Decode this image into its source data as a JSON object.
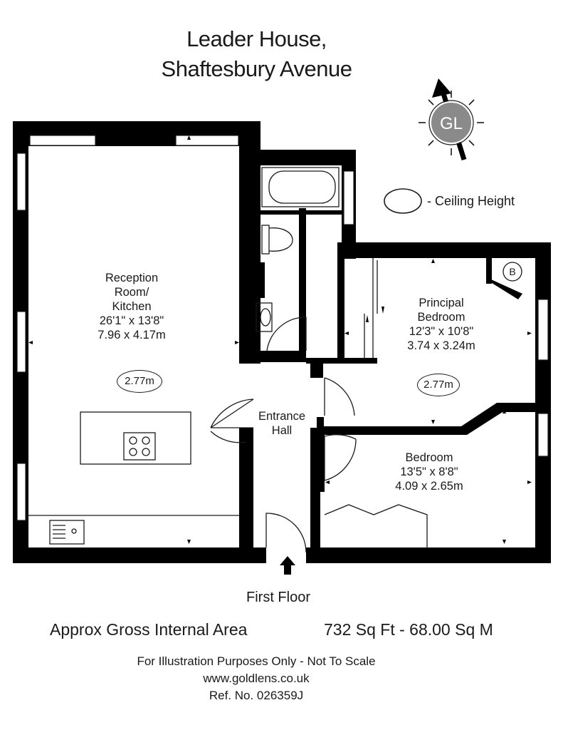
{
  "header": {
    "title_line1": "Leader House,",
    "title_line2": "Shaftesbury Avenue"
  },
  "compass": {
    "text": "GL"
  },
  "legend": {
    "text": "- Ceiling Height"
  },
  "rooms": {
    "reception": {
      "line1": "Reception",
      "line2": "Room/",
      "line3": "Kitchen",
      "imperial": "26'1\" x 13'8\"",
      "metric": "7.96 x 4.17m",
      "ceiling": "2.77m"
    },
    "principal": {
      "line1": "Principal",
      "line2": "Bedroom",
      "imperial": "12'3\" x 10'8\"",
      "metric": "3.74 x 3.24m",
      "ceiling": "2.77m"
    },
    "bedroom": {
      "line1": "Bedroom",
      "imperial": "13'5\" x 8'8\"",
      "metric": "4.09 x 2.65m"
    },
    "hall": {
      "line1": "Entrance",
      "line2": "Hall"
    },
    "boiler": "B"
  },
  "floor_label": "First Floor",
  "area": {
    "label": "Approx Gross Internal Area",
    "value": "732 Sq Ft  - 68.00 Sq M"
  },
  "footer": {
    "line1": "For Illustration Purposes Only - Not To Scale",
    "line2": "www.goldlens.co.uk",
    "line3": "Ref. No. 026359J"
  },
  "colors": {
    "wall": "#000000",
    "compass_fill": "#8a8a8a",
    "text": "#1a1a1a"
  }
}
